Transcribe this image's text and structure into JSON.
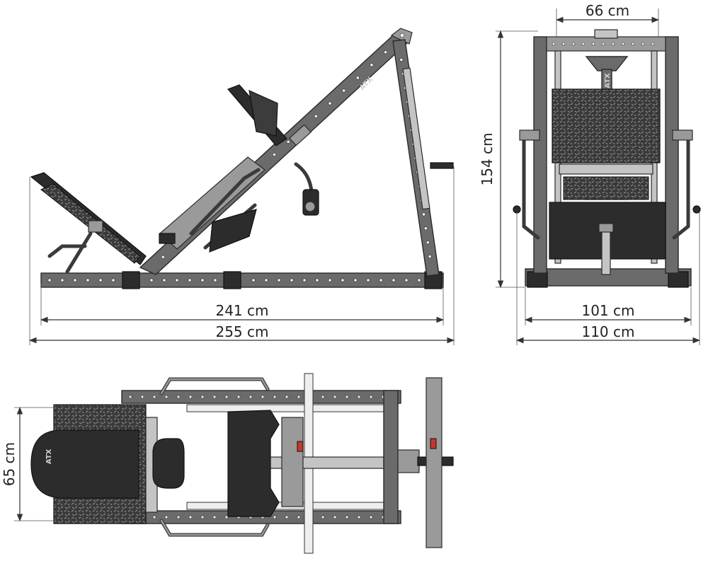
{
  "dimensions": {
    "side_length_inner": "241 cm",
    "side_length_outer": "255 cm",
    "front_top_width": "66 cm",
    "front_height": "154 cm",
    "front_width_inner": "101 cm",
    "front_width_outer": "110 cm",
    "top_depth": "65 cm"
  },
  "brand": {
    "logo_text": "ATX"
  },
  "colors": {
    "frame": "#6b6b6b",
    "dark": "#2c2c2c",
    "outline": "#2a2a2a"
  }
}
